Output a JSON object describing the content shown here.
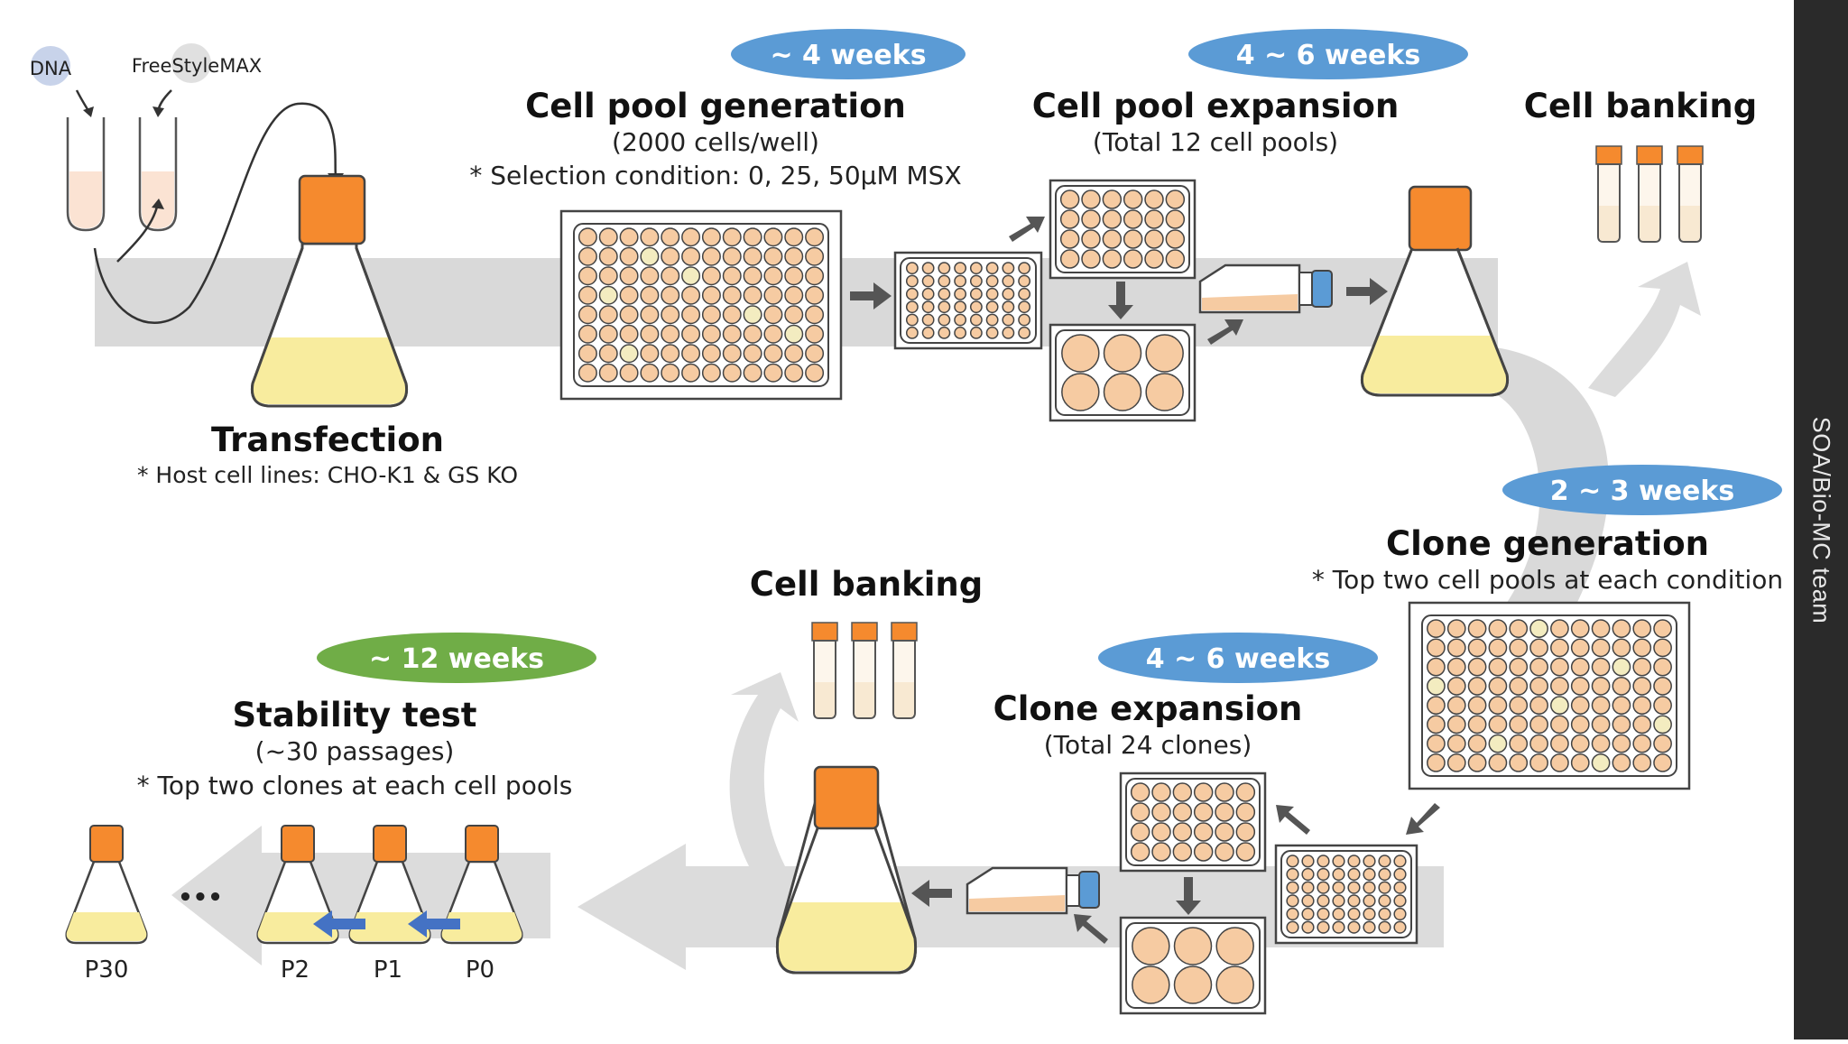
{
  "labels": {
    "dna": "DNA",
    "freestyle": "FreeStyleMAX",
    "transfection_title": "Transfection",
    "transfection_note": "* Host cell lines: CHO-K1 & GS KO",
    "pool_gen_title": "Cell pool generation",
    "pool_gen_sub": "(2000 cells/well)",
    "pool_gen_note": "* Selection condition: 0, 25, 50µM MSX",
    "pool_exp_title": "Cell pool expansion",
    "pool_exp_sub": "(Total 12 cell pools)",
    "banking_top": "Cell banking",
    "clone_gen_title": "Clone generation",
    "clone_gen_note": "* Top two cell pools at each condition",
    "clone_exp_title": "Clone expansion",
    "clone_exp_sub": "(Total 24 clones)",
    "banking_bottom": "Cell banking",
    "stability_title": "Stability test",
    "stability_sub": "(~30 passages)",
    "stability_note": "* Top two clones at each cell pools",
    "dots": "•••",
    "p30": "P30",
    "p2": "P2",
    "p1": "P1",
    "p0": "P0"
  },
  "durations": {
    "pool_gen": "~ 4 weeks",
    "pool_exp": "4 ~ 6 weeks",
    "clone_gen": "2 ~ 3 weeks",
    "clone_exp": "4 ~ 6 weeks",
    "stability": "~ 12 weeks"
  },
  "sidebar_text": "SOA/Bio-MC team",
  "colors": {
    "pill_blue": "#5b9bd5",
    "pill_green": "#70ad47",
    "cap_orange": "#f58a2e",
    "medium_yellow": "#f8ec9e",
    "well_peach": "#f6cba2",
    "arrow_gray": "#d6d6d6",
    "dark_arrow": "#555555",
    "blue_arrow": "#4472c4"
  }
}
